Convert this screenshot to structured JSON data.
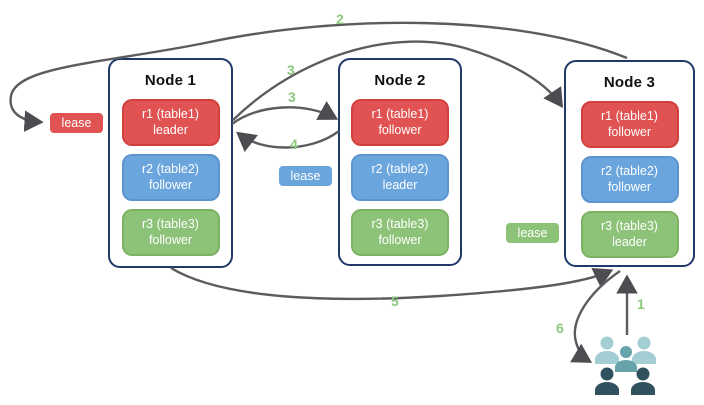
{
  "colors": {
    "node_border": "#20386a",
    "red_fill": "#e05352",
    "red_border": "#d2403e",
    "blue_fill": "#6aa5de",
    "blue_border": "#5d94cd",
    "green_fill": "#8cc378",
    "green_border": "#7cb363",
    "arrow_gray": "#5c5c60",
    "step_number_green": "#8cc87c",
    "people_light_teal": "#a3ced3",
    "people_mid_teal": "#68a3ac",
    "people_dark_slate": "#30525e"
  },
  "nodes": [
    {
      "title": "Node 1",
      "replicas": [
        {
          "name": "r1 (table1)",
          "role": "leader",
          "color": "red"
        },
        {
          "name": "r2 (table2)",
          "role": "follower",
          "color": "blue"
        },
        {
          "name": "r3 (table3)",
          "role": "follower",
          "color": "green"
        }
      ]
    },
    {
      "title": "Node 2",
      "replicas": [
        {
          "name": "r1 (table1)",
          "role": "follower",
          "color": "red"
        },
        {
          "name": "r2 (table2)",
          "role": "leader",
          "color": "blue"
        },
        {
          "name": "r3 (table3)",
          "role": "follower",
          "color": "green"
        }
      ]
    },
    {
      "title": "Node 3",
      "replicas": [
        {
          "name": "r1 (table1)",
          "role": "follower",
          "color": "red"
        },
        {
          "name": "r2 (table2)",
          "role": "follower",
          "color": "blue"
        },
        {
          "name": "r3 (table3)",
          "role": "leader",
          "color": "green"
        }
      ]
    }
  ],
  "leases": [
    {
      "label": "lease",
      "color": "red"
    },
    {
      "label": "lease",
      "color": "blue"
    },
    {
      "label": "lease",
      "color": "green"
    }
  ],
  "steps": {
    "s1": "1",
    "s2": "2",
    "s3_top": "3",
    "s3_mid": "3",
    "s4": "4",
    "s5": "5",
    "s6": "6"
  },
  "icons": {
    "users_icon": "group of five user silhouettes"
  }
}
